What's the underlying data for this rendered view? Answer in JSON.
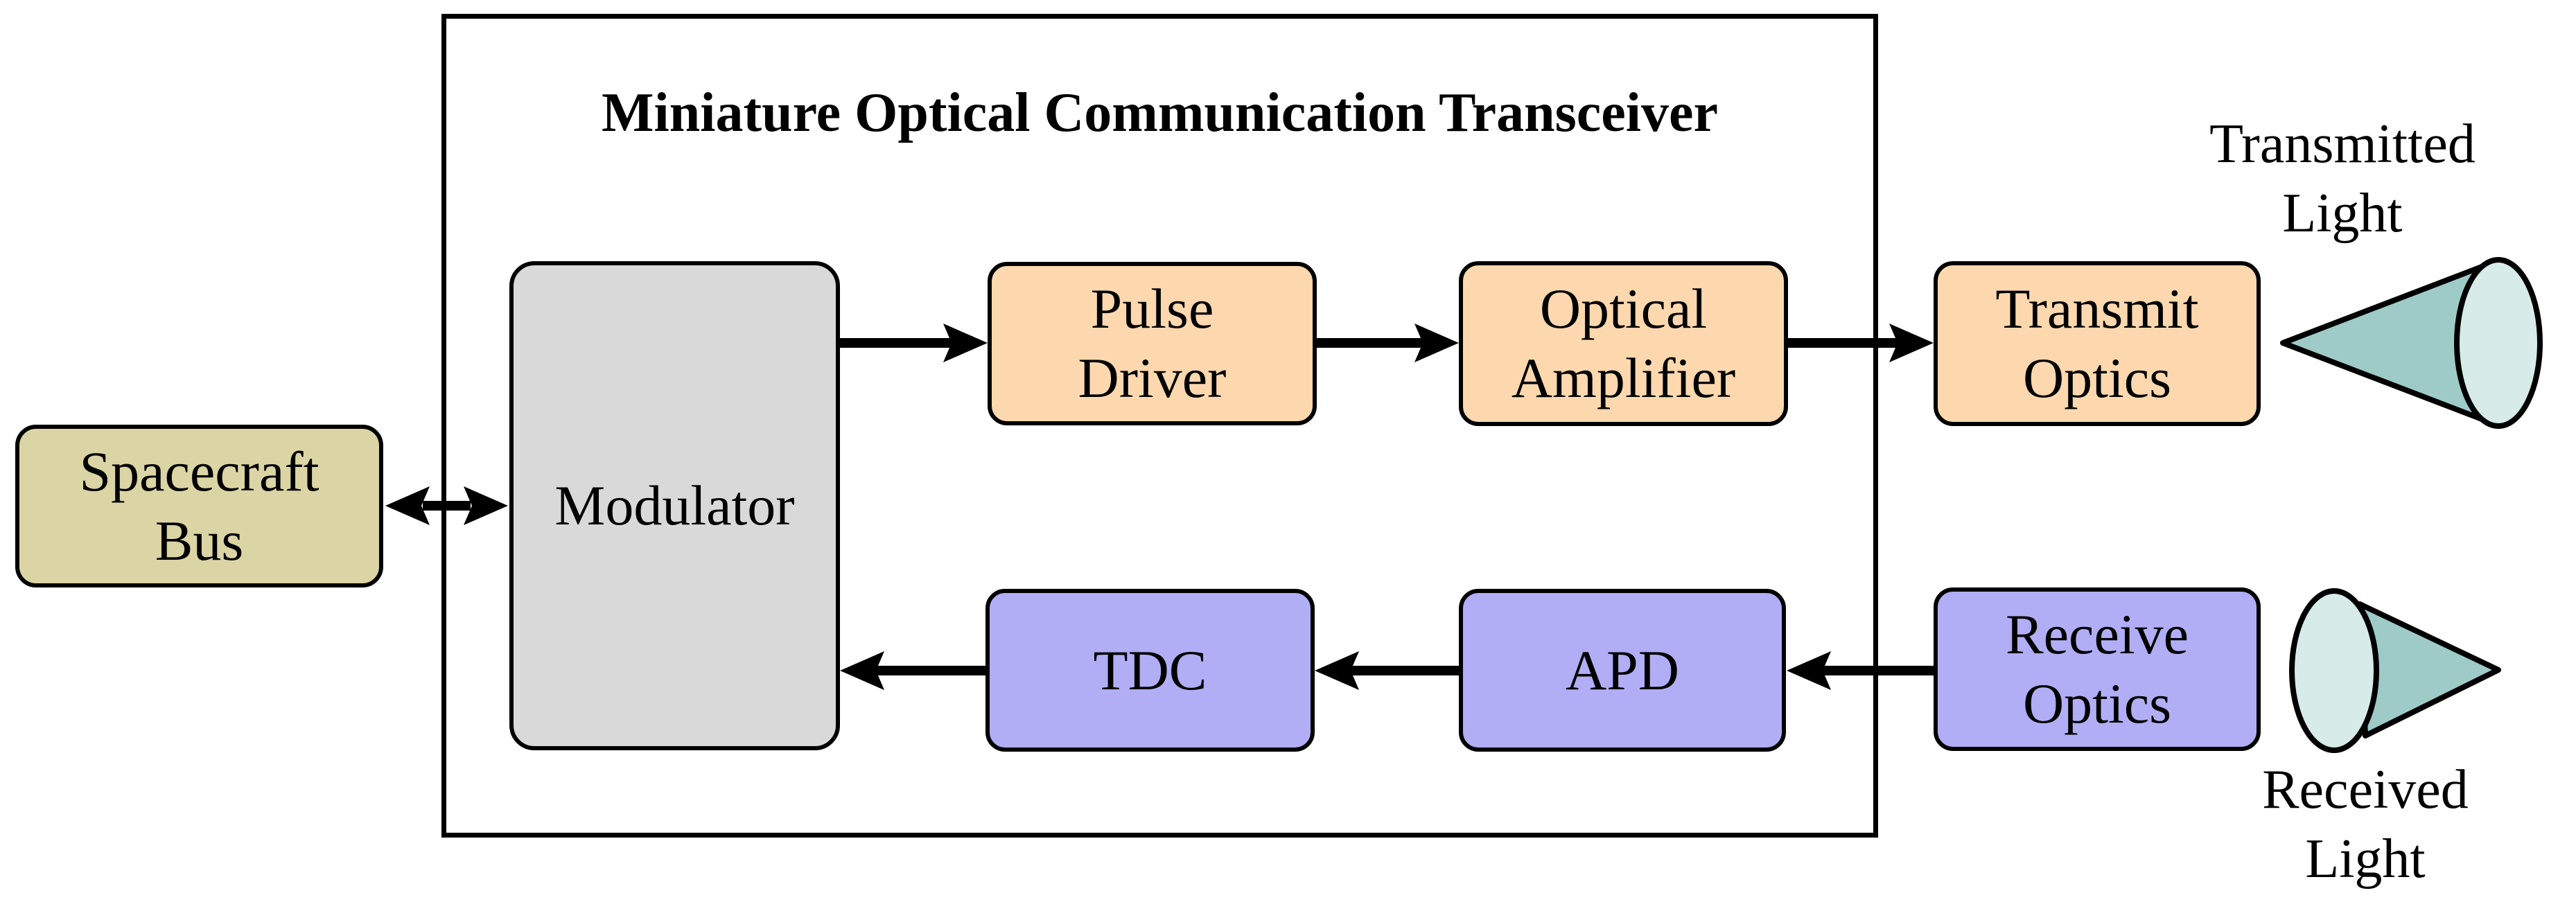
{
  "title": "Miniature Optical Communication Transceiver",
  "nodes": {
    "spacecraft_bus": {
      "label": "Spacecraft\nBus"
    },
    "modulator": {
      "label": "Modulator"
    },
    "pulse_driver": {
      "label": "Pulse\nDriver"
    },
    "optical_amplifier": {
      "label": "Optical\nAmplifier"
    },
    "transmit_optics": {
      "label": "Transmit\nOptics"
    },
    "tdc": {
      "label": "TDC"
    },
    "apd": {
      "label": "APD"
    },
    "receive_optics": {
      "label": "Receive\nOptics"
    }
  },
  "annotations": {
    "transmitted_light": "Transmitted\nLight",
    "received_light": "Received\nLight"
  },
  "colors": {
    "stroke": "#000000",
    "spacecraft-bus-fill": "#dbd4a4",
    "modulator-fill": "#d9d9d9",
    "transmit-fill": "#fdd8ae",
    "receive-fill": "#b1aef6",
    "cone-body": "#9ecbc8",
    "cone-face": "#d7ebe8"
  }
}
